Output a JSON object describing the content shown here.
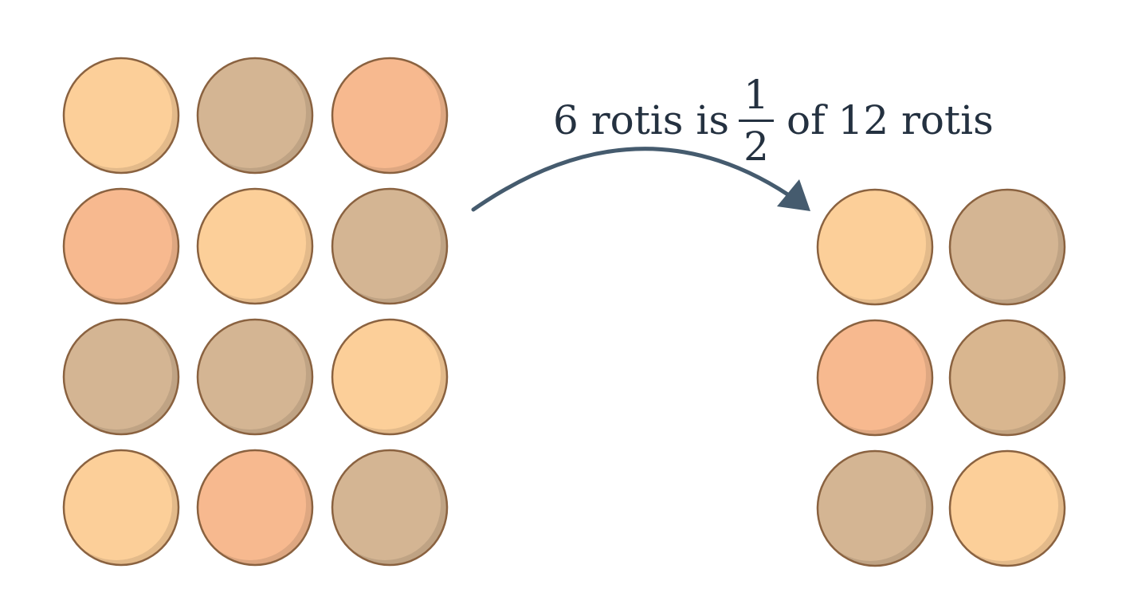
{
  "caption": {
    "lead": "6 rotis is",
    "fraction_numerator": "1",
    "fraction_denominator": "2",
    "trail": "of 12 rotis"
  },
  "groups": {
    "whole": {
      "count": 12,
      "colors": [
        "#fccf99",
        "#d4b593",
        "#f7b98f",
        "#f7b98f",
        "#fccf99",
        "#d4b593",
        "#d4b593",
        "#d4b593",
        "#fccf99",
        "#fccf99",
        "#f7b98f",
        "#d4b593"
      ]
    },
    "half": {
      "count": 6,
      "colors": [
        "#fccf99",
        "#d4b593",
        "#f7b98f",
        "#d9b68f",
        "#d4b593",
        "#fccf99"
      ]
    }
  },
  "colors": {
    "roti_outline": "#8a6240",
    "arrow": "#455b6e",
    "text": "#243140"
  }
}
